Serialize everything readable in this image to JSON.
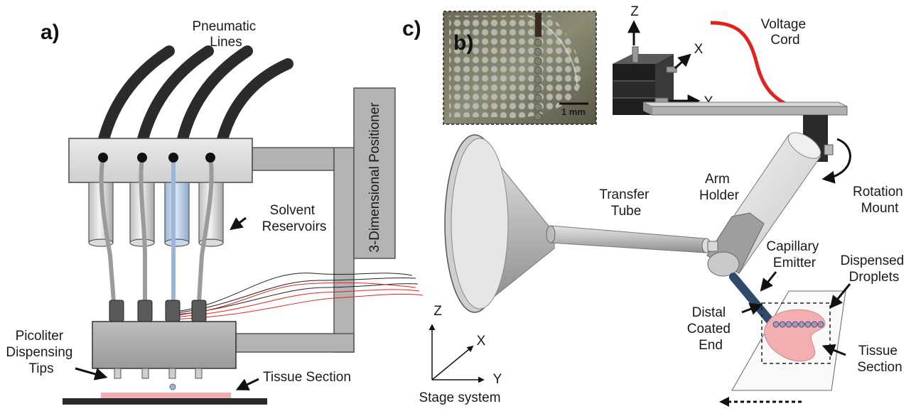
{
  "panels": {
    "a": "a)",
    "b": "b)",
    "c": "c)"
  },
  "panel_a": {
    "pneumatic_lines": [
      "Pneumatic",
      "Lines"
    ],
    "positioner": "3-Dimensional Positioner",
    "solvent_reservoirs": [
      "Solvent",
      "Reservoirs"
    ],
    "dispensing_tips": [
      "Picoliter",
      "Dispensing",
      "Tips"
    ],
    "tissue_section": "Tissue Section"
  },
  "panel_b": {
    "scale_bar": "1 mm"
  },
  "panel_c": {
    "voltage_cord": [
      "Voltage",
      "Cord"
    ],
    "axis_z_top": "Z",
    "axis_x_top": "X",
    "axis_y_top": "Y",
    "arm_holder": [
      "Arm",
      "Holder"
    ],
    "rotation_mount": [
      "Rotation",
      "Mount"
    ],
    "transfer_tube": [
      "Transfer",
      "Tube"
    ],
    "capillary_emitter": [
      "Capillary",
      "Emitter"
    ],
    "dispensed_droplets": [
      "Dispensed",
      "Droplets"
    ],
    "distal_coated_end": [
      "Distal",
      "Coated",
      "End"
    ],
    "tissue_section": [
      "Tissue",
      "Section"
    ],
    "stage_axes": {
      "z": "Z",
      "x": "X",
      "y": "Y"
    },
    "stage_system": "Stage system"
  },
  "colors": {
    "tissue": "#f2aeb0",
    "wire_red": "#e2231a",
    "capillary": "#2f4a6a",
    "reservoir_blue": "#b9cde6",
    "frame_gray": "#b5b2b2"
  }
}
